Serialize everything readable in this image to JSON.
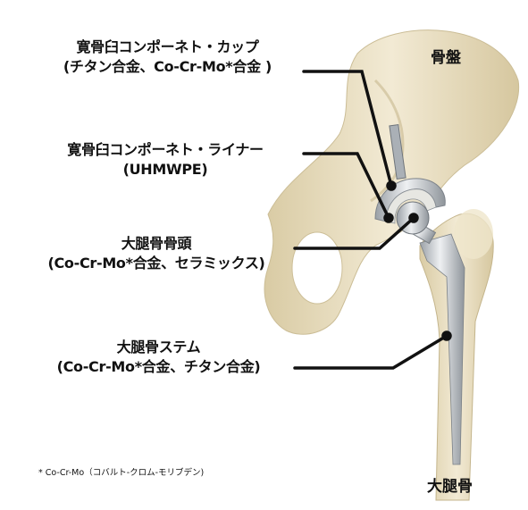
{
  "labels": {
    "cup": {
      "line1": "寛骨臼コンポーネト・カップ",
      "line2": "(チタン合金、Co-Cr-Mo*合金 )"
    },
    "liner": {
      "line1": "寛骨臼コンポーネト・ライナー",
      "line2": "(UHMWPE)"
    },
    "head": {
      "line1": "大腿骨骨頭",
      "line2": "(Co-Cr-Mo*合金、セラミックス)"
    },
    "stem": {
      "line1": "大腿骨ステム",
      "line2": "(Co-Cr-Mo*合金、チタン合金)"
    }
  },
  "regions": {
    "pelvis": "骨盤",
    "femur": "大腿骨"
  },
  "footnote": "* Co-Cr-Mo（コバルト-クロム-モリブデン)",
  "colors": {
    "bone": "#ede3c8",
    "bone_shadow": "#c9b98f",
    "metal": "#c9cdd2",
    "line": "#111111"
  }
}
